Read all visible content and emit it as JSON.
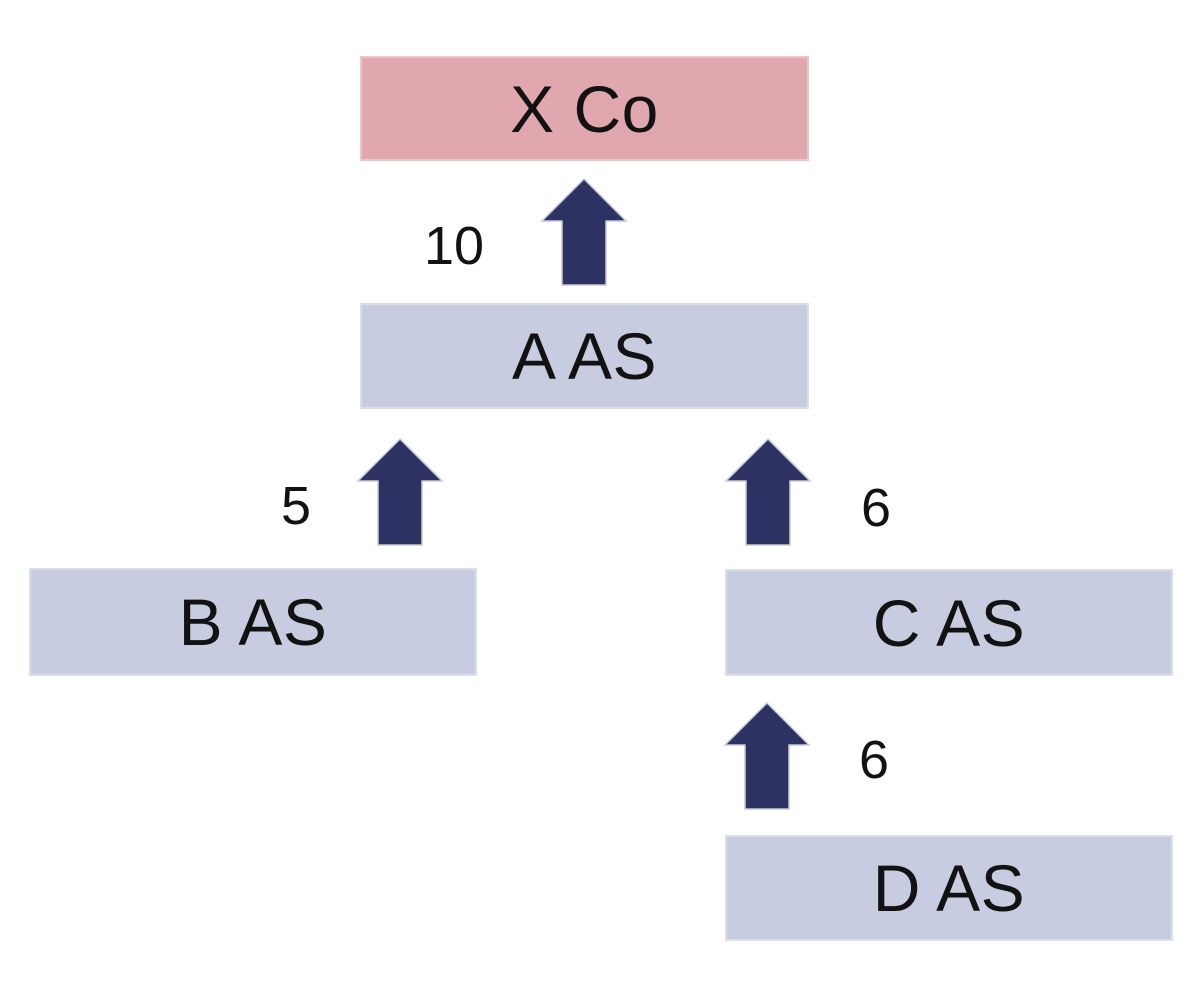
{
  "colors": {
    "background": "#ffffff",
    "parent_box": "#e0a7ae",
    "subsidiary_box": "#c7cce0",
    "arrow": "#2d3263",
    "arrow_outline": "#c5c9de",
    "text": "#121212"
  },
  "nodes": [
    {
      "id": "x-co",
      "label": "X Co"
    },
    {
      "id": "a-as",
      "label": "A AS"
    },
    {
      "id": "b-as",
      "label": "B AS"
    },
    {
      "id": "c-as",
      "label": "C AS"
    },
    {
      "id": "d-as",
      "label": "D AS"
    }
  ],
  "edges": [
    {
      "from": "A AS",
      "to": "X Co",
      "value": "10"
    },
    {
      "from": "B AS",
      "to": "A AS",
      "value": "5"
    },
    {
      "from": "C AS",
      "to": "A AS",
      "value": "6"
    },
    {
      "from": "D AS",
      "to": "C AS",
      "value": "6"
    }
  ]
}
